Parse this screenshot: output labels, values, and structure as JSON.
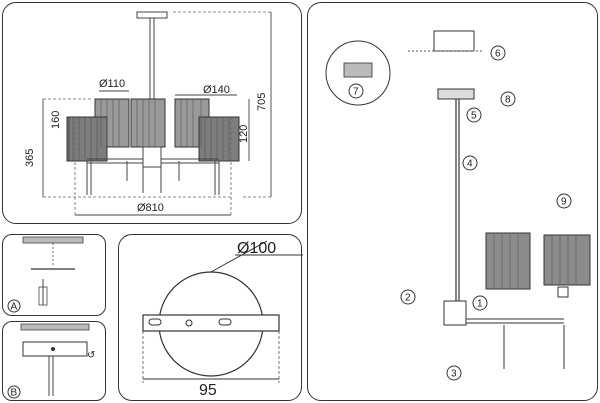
{
  "panel_dimensions": {
    "shade_small_diameter": "Ø110",
    "shade_large_diameter": "Ø140",
    "shade_height": "160",
    "total_height": "705",
    "arm_height": "365",
    "arm_drop": "120",
    "overall_width": "Ø810"
  },
  "panel_canopy": {
    "diameter": "Ø100",
    "mount_width": "95"
  },
  "panel_a": {
    "label": "A"
  },
  "panel_b": {
    "label": "B"
  },
  "panel_assembly": {
    "steps": [
      "1",
      "2",
      "3",
      "4",
      "5",
      "6",
      "7",
      "8",
      "9"
    ]
  }
}
